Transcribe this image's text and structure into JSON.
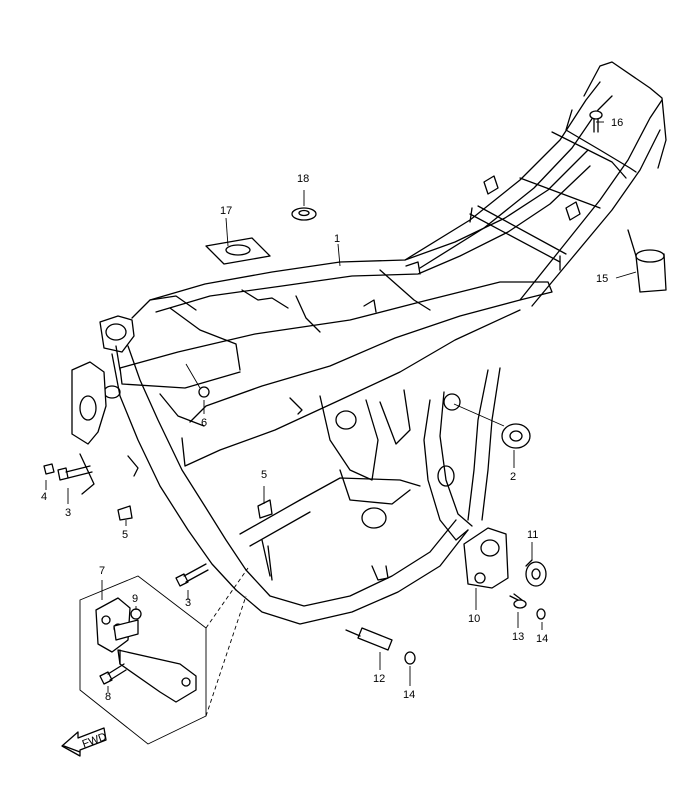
{
  "callouts": [
    {
      "id": "c1",
      "label": "1"
    },
    {
      "id": "c2",
      "label": "2"
    },
    {
      "id": "c3a",
      "label": "3"
    },
    {
      "id": "c3b",
      "label": "3"
    },
    {
      "id": "c4",
      "label": "4"
    },
    {
      "id": "c5a",
      "label": "5"
    },
    {
      "id": "c5b",
      "label": "5"
    },
    {
      "id": "c6",
      "label": "6"
    },
    {
      "id": "c7",
      "label": "7"
    },
    {
      "id": "c8",
      "label": "8"
    },
    {
      "id": "c9",
      "label": "9"
    },
    {
      "id": "c10",
      "label": "10"
    },
    {
      "id": "c11",
      "label": "11"
    },
    {
      "id": "c12",
      "label": "12"
    },
    {
      "id": "c13",
      "label": "13"
    },
    {
      "id": "c14a",
      "label": "14"
    },
    {
      "id": "c14b",
      "label": "14"
    },
    {
      "id": "c15",
      "label": "15"
    },
    {
      "id": "c16",
      "label": "16"
    },
    {
      "id": "c17",
      "label": "17"
    },
    {
      "id": "c18",
      "label": "18"
    }
  ],
  "direction_arrow": {
    "label": "FWD"
  },
  "colors": {
    "line": "#000000",
    "background": "#ffffff"
  }
}
